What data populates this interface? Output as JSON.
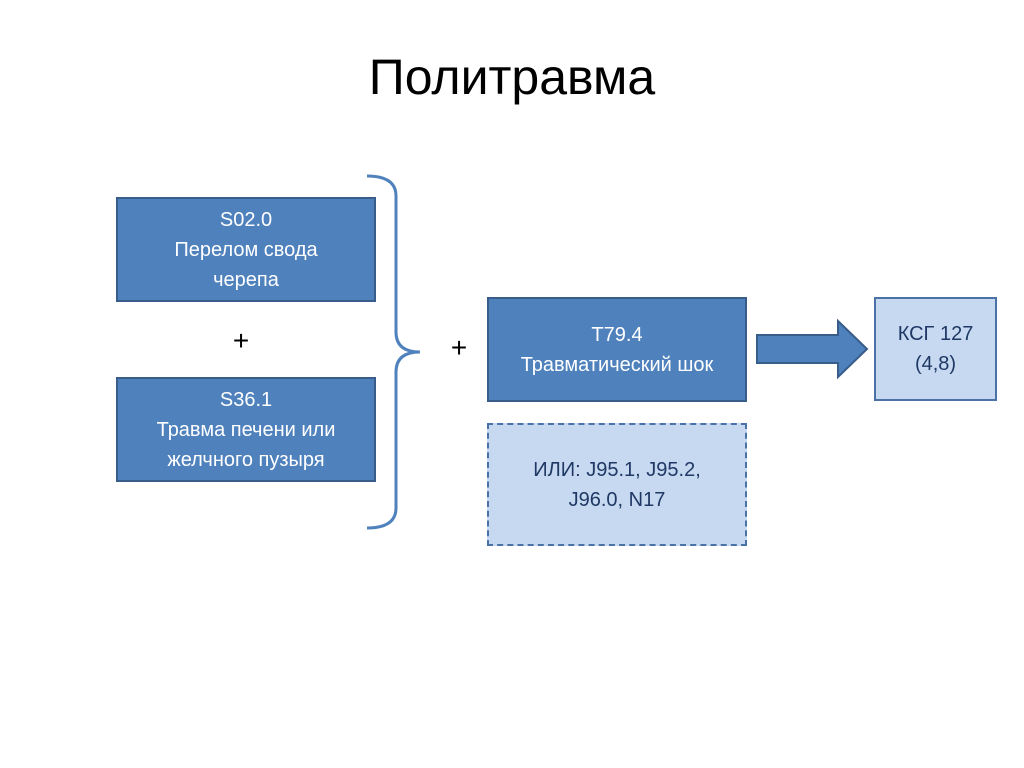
{
  "slide": {
    "title": "Политравма"
  },
  "boxes": {
    "s020": {
      "code": "S02.0",
      "line1": "Перелом свода",
      "line2": "черепа"
    },
    "s361": {
      "code": "S36.1",
      "line1": "Травма печени или",
      "line2": "желчного пузыря"
    },
    "t794": {
      "code": "T79.4",
      "line1": "Травматический шок"
    },
    "alt": {
      "line1": "ИЛИ: J95.1,  J95.2,",
      "line2": "J96.0,  N17"
    },
    "ksg": {
      "line1": "КСГ 127",
      "line2": "(4,8)"
    }
  },
  "operators": {
    "plus_between": "+",
    "plus_join": "+"
  },
  "colors": {
    "box_dark_fill": "#4f81bd",
    "box_dark_border": "#385d8a",
    "box_light_fill": "#c6d9f1",
    "bracket_and_arrow": "#4f81bd"
  }
}
